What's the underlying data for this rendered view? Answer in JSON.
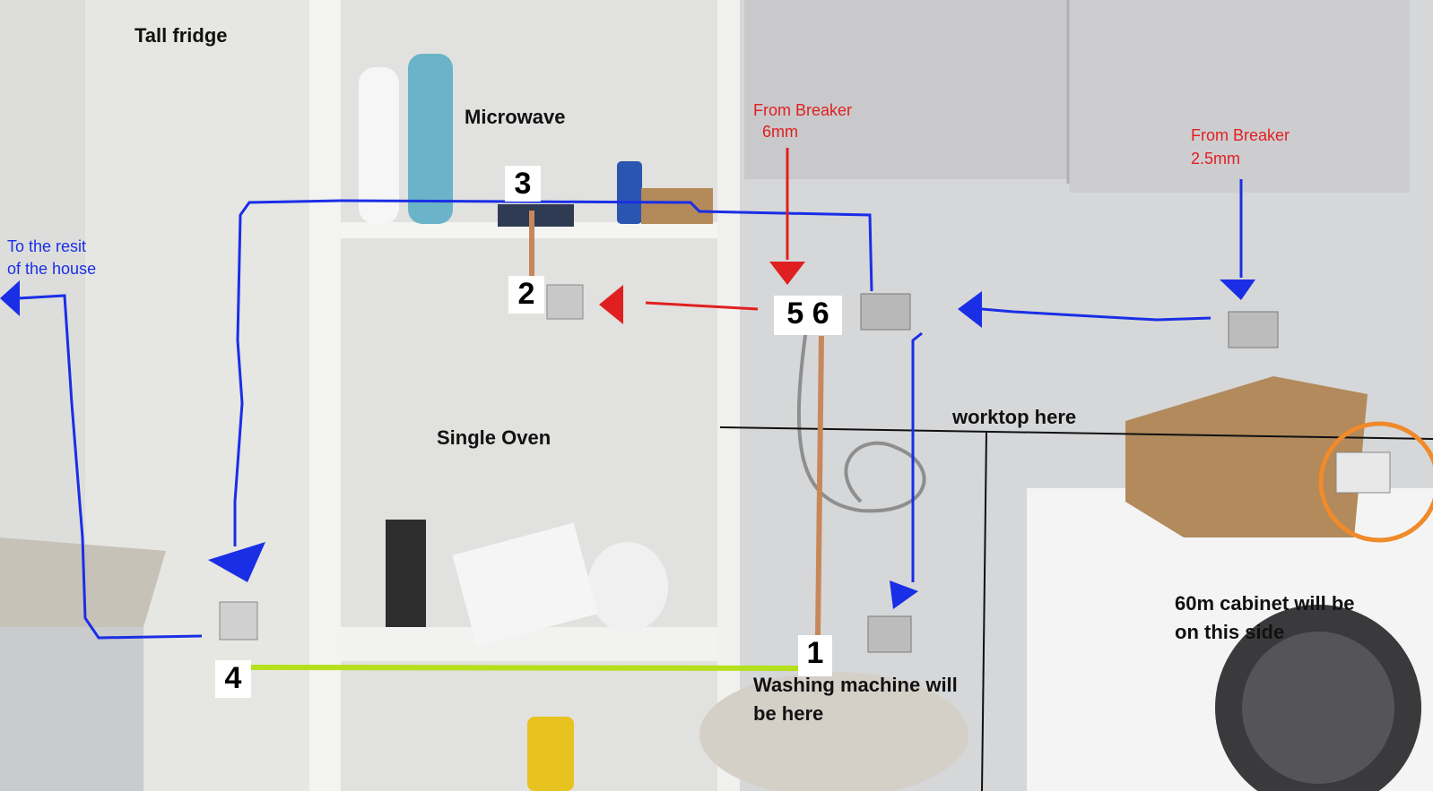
{
  "labels": {
    "tall_fridge": "Tall fridge",
    "microwave": "Microwave",
    "single_oven": "Single Oven",
    "from_breaker_6mm_line1": "From Breaker",
    "from_breaker_6mm_line2": "6mm",
    "from_breaker_25mm_line1": "From Breaker",
    "from_breaker_25mm_line2": "2.5mm",
    "rest_of_house_line1": "To the resit",
    "rest_of_house_line2": "of the house",
    "worktop": "worktop here",
    "washing_machine_line1": "Washing machine will",
    "washing_machine_line2": "be here",
    "cabinet_line1": "60m cabinet will be",
    "cabinet_line2": "on this side"
  },
  "markers": {
    "m1": "1",
    "m2": "2",
    "m3": "3",
    "m4": "4",
    "m56": "5 6"
  },
  "colors": {
    "ring_cable": "#1a2ee6",
    "breaker_cable": "#e02020",
    "spur_cable": "#c8875a",
    "link_cable": "#b5e01c",
    "highlight": "#f08a2a"
  }
}
